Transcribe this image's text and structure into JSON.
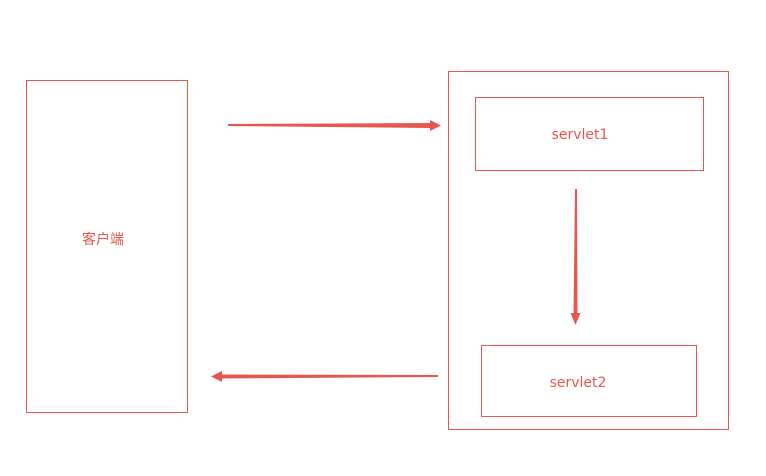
{
  "diagram": {
    "client_label": "客户端",
    "servlet1_label": "servlet1",
    "servlet2_label": "servlet2"
  },
  "colors": {
    "accent": "#e8574f"
  }
}
